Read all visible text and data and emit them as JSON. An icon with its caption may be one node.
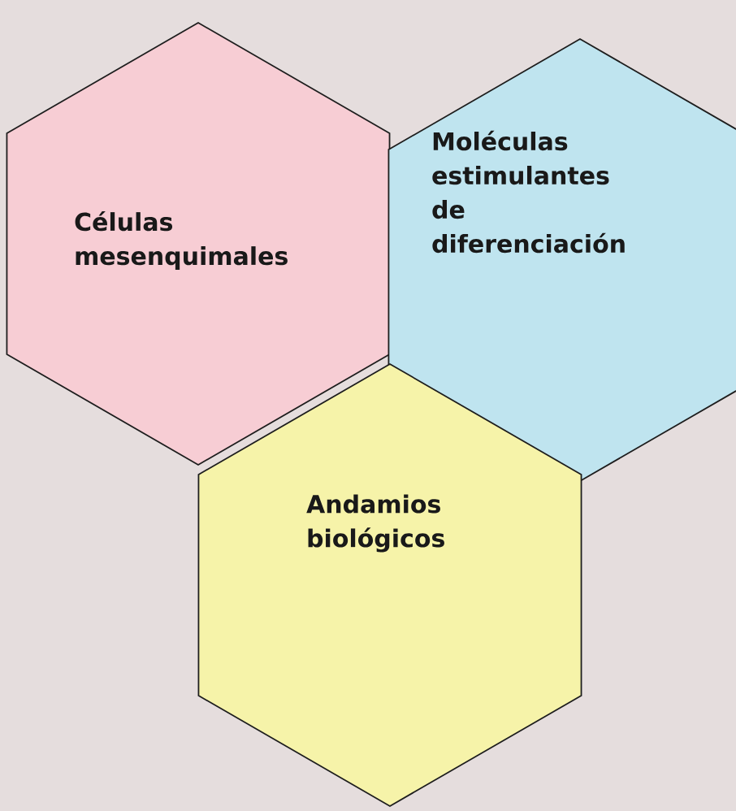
{
  "diagram": {
    "nodes": [
      {
        "text": [
          "Células mesenquimales"
        ]
      },
      {
        "text": [
          "Moléculas estimulantes de diferenciación"
        ]
      },
      {
        "text": [
          "Andamios biológicos"
        ]
      }
    ]
  }
}
